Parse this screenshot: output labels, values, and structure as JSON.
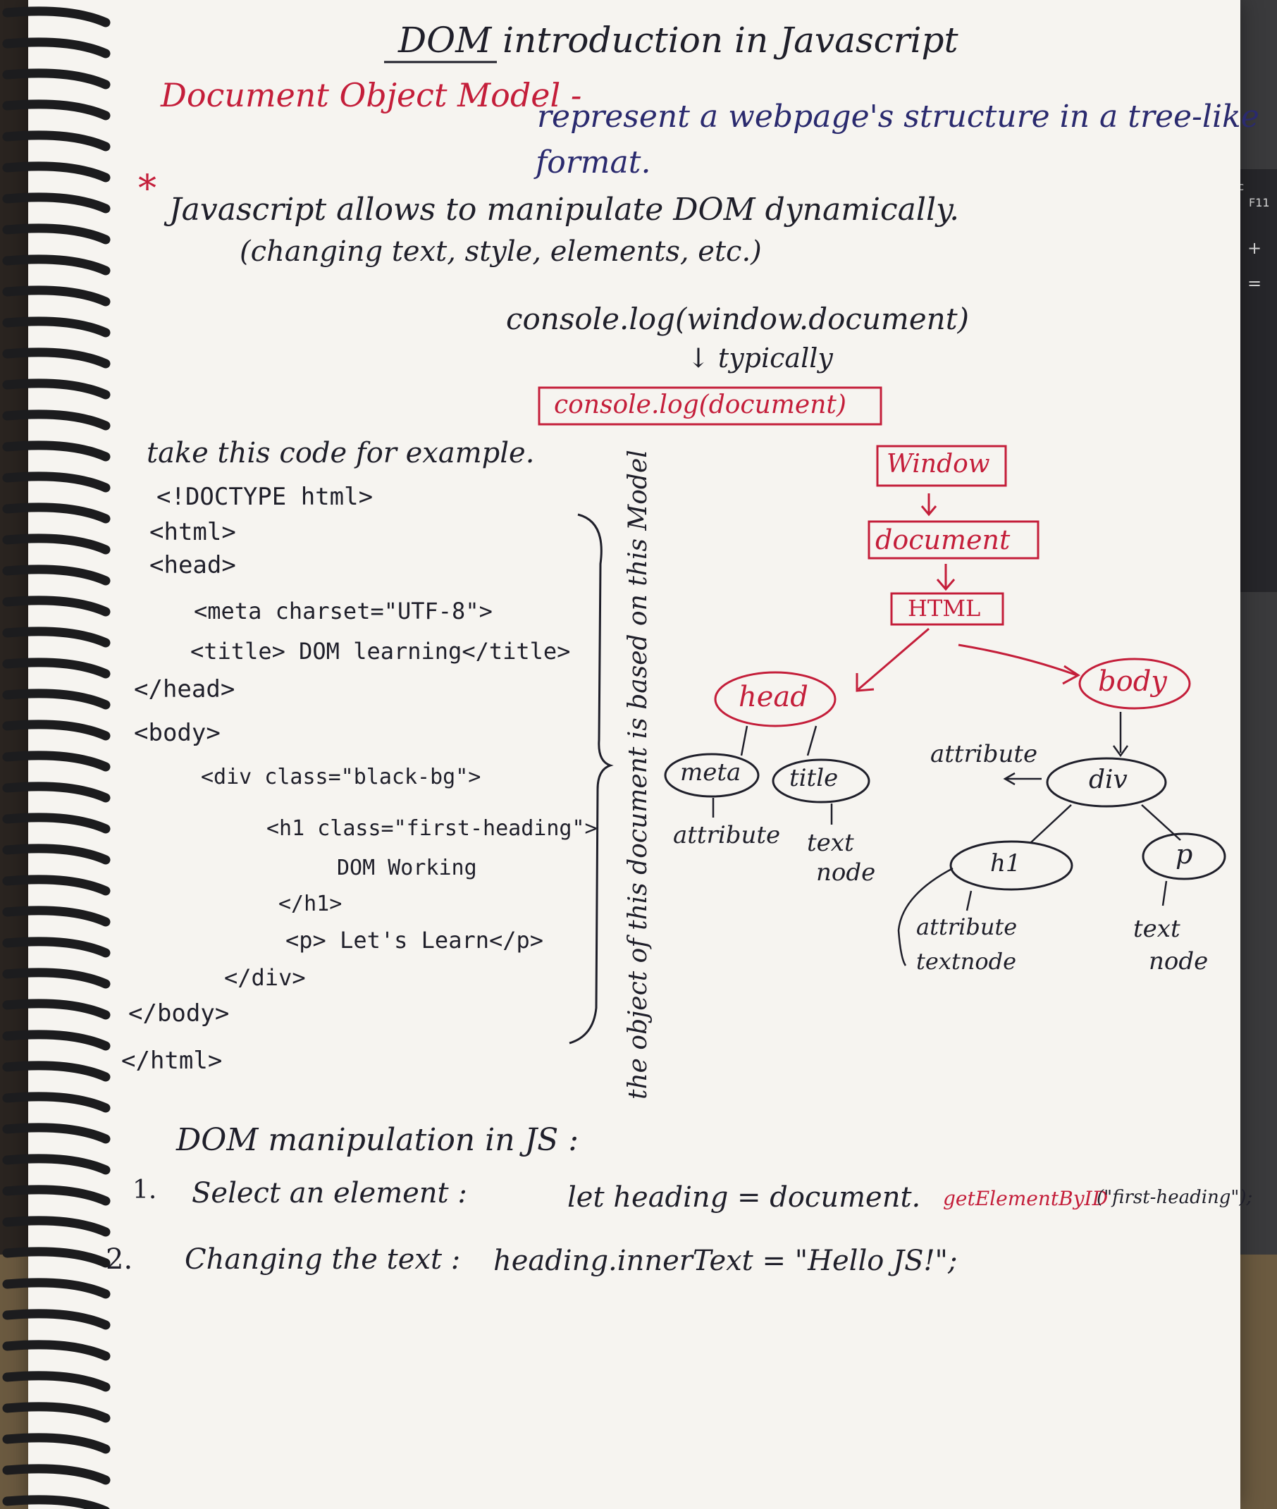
{
  "laptop": {
    "keys": [
      "tSc",
      "F11",
      "+",
      "="
    ]
  },
  "note": {
    "title": "DOM introduction in Javascript",
    "definition": {
      "term": "Document Object Model -",
      "text_line1": "represent a webpage's structure in a tree-like",
      "text_line2": "format."
    },
    "bullet": {
      "star": "*",
      "line1": "Javascript allows to manipulate DOM dynamically.",
      "line2": "(changing text, style, elements, etc.)"
    },
    "console": {
      "line1": "console.log(window.document)",
      "arrow_note": "↓ typically",
      "boxed": "console.log(document)"
    },
    "example": {
      "intro": "take this code for example.",
      "code": [
        "<!DOCTYPE html>",
        "<html>",
        "<head>",
        "<meta charset=\"UTF-8\">",
        "<title> DOM learning</title>",
        "</head>",
        "<body>",
        "<div class=\"black-bg\">",
        "<h1 class=\"first-heading\">",
        "DOM Working",
        "</h1>",
        "<p> Let's Learn</p>",
        "</div>",
        "</body>",
        "</html>"
      ]
    },
    "vertical_note": "the object of this document is based on this Model",
    "tree": {
      "window": "Window",
      "document": "document",
      "html": "HTML",
      "head": "head",
      "body": "body",
      "meta": "meta",
      "title": "title",
      "meta_child": "attribute",
      "title_child_1": "text",
      "title_child_2": "node",
      "div": "div",
      "div_attr": "attribute",
      "h1": "h1",
      "p": "p",
      "h1_child_1": "attribute",
      "h1_child_2": "textnode",
      "p_child_1": "text",
      "p_child_2": "node"
    },
    "manipulation": {
      "heading": "DOM manipulation in JS :",
      "step1": {
        "num": "1.",
        "label": "Select an element :",
        "code_a": "let heading = document.",
        "code_b": "getElementByID",
        "code_c": "(\"first-heading\");"
      },
      "step2": {
        "num": "2.",
        "label": "Changing the text :",
        "code": "heading.innerText = \"Hello JS!\";"
      }
    }
  }
}
